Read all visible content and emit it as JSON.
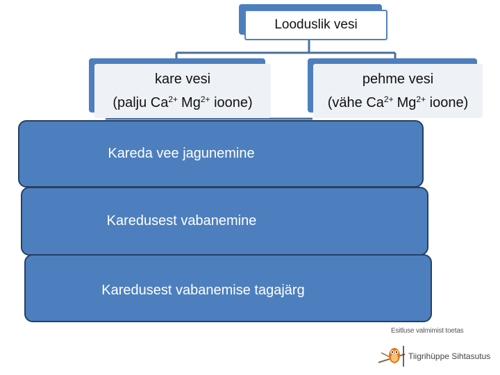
{
  "diagram": {
    "root": "Looduslik vesi",
    "left": {
      "title": "kare vesi",
      "prefix": "(palju Ca",
      "sup1": "2+",
      "ion": "Mg",
      "sup2": "2+",
      "suffix": " ioone)"
    },
    "right": {
      "title": "pehme vesi",
      "prefix": "(vähe Ca",
      "sup1": "2+",
      "ion": "Mg",
      "sup2": "2+",
      "suffix": " ioone)"
    },
    "processes": [
      "Kareda vee jagunemine",
      "Karedusest vabanemine",
      "Karedusest vabanemise tagajärg"
    ]
  },
  "footer": {
    "supported_by": "Esitluse valmimist toetas",
    "organization": "Tiigrihüppe Sihtasutus"
  },
  "colors": {
    "box_shadow": "#4d7fbf",
    "process_fill": "#4d7fbe",
    "process_border": "#263f62",
    "connector": "#4a6f9c"
  }
}
